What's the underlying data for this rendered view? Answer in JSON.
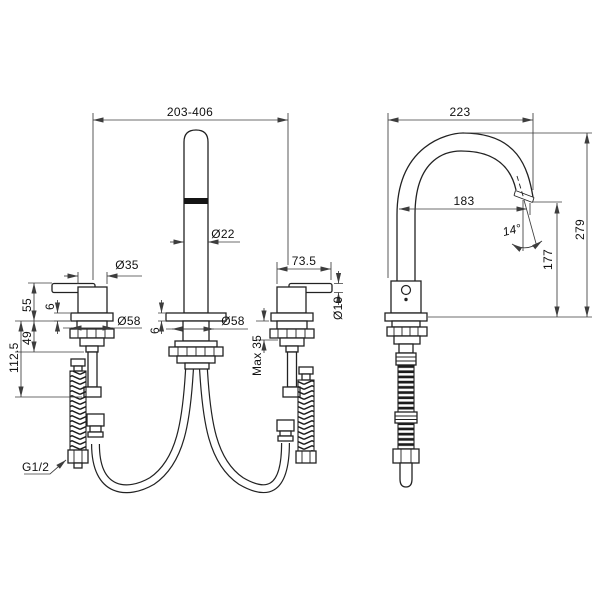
{
  "drawing": {
    "type": "faucet-installation-dimension-drawing",
    "colors": {
      "line": "#222222",
      "dimension": "#3d3d3d",
      "background": "#ffffff"
    },
    "front": {
      "spread": "203-406",
      "spout_diameter": "Ø22",
      "handle_top_diameter": "Ø35",
      "handle_length": "73.5",
      "lever_diameter": "Ø10",
      "left_base_diameter": "Ø58",
      "center_base_diameter": "Ø58",
      "left_plate_thickness": "6",
      "center_plate_thickness": "6",
      "handle_height": "55",
      "under_deck_height": "49",
      "under_total_height": "112.5",
      "max_deck_thickness": "Max 35",
      "inlet_thread": "G1/2"
    },
    "side": {
      "overall_reach": "223",
      "outlet_reach": "183",
      "outlet_angle": "14°",
      "outlet_height": "177",
      "overall_height": "279"
    }
  }
}
